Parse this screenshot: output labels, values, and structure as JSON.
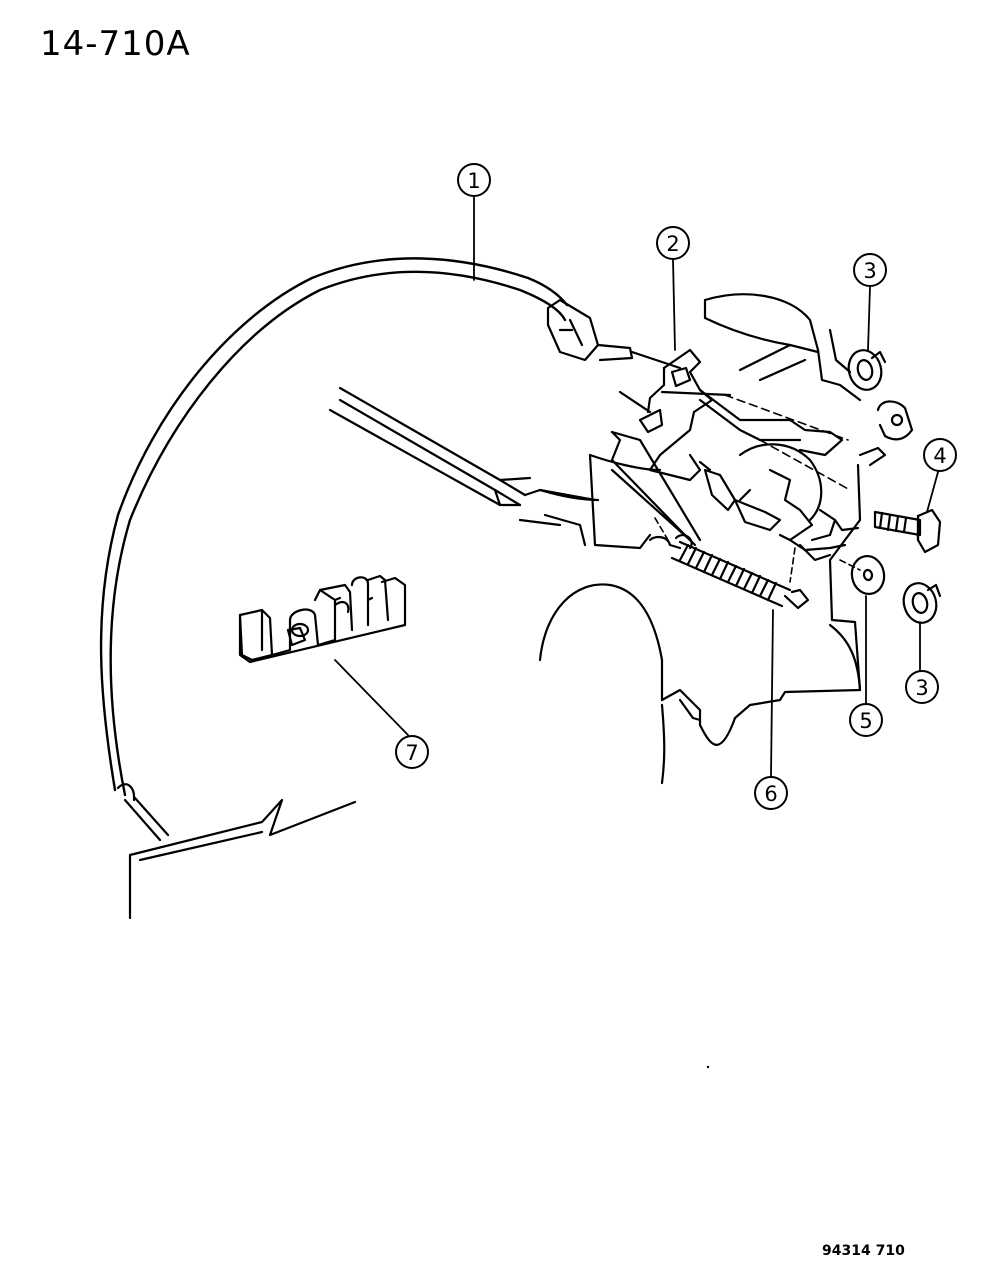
{
  "header": {
    "page_id": "14-710A"
  },
  "footer": {
    "drawing_number": "94314 710"
  },
  "callouts": [
    {
      "label": "1"
    },
    {
      "label": "2"
    },
    {
      "label": "3"
    },
    {
      "label": "4"
    },
    {
      "label": "5"
    },
    {
      "label": "3"
    },
    {
      "label": "6"
    },
    {
      "label": "7"
    }
  ]
}
